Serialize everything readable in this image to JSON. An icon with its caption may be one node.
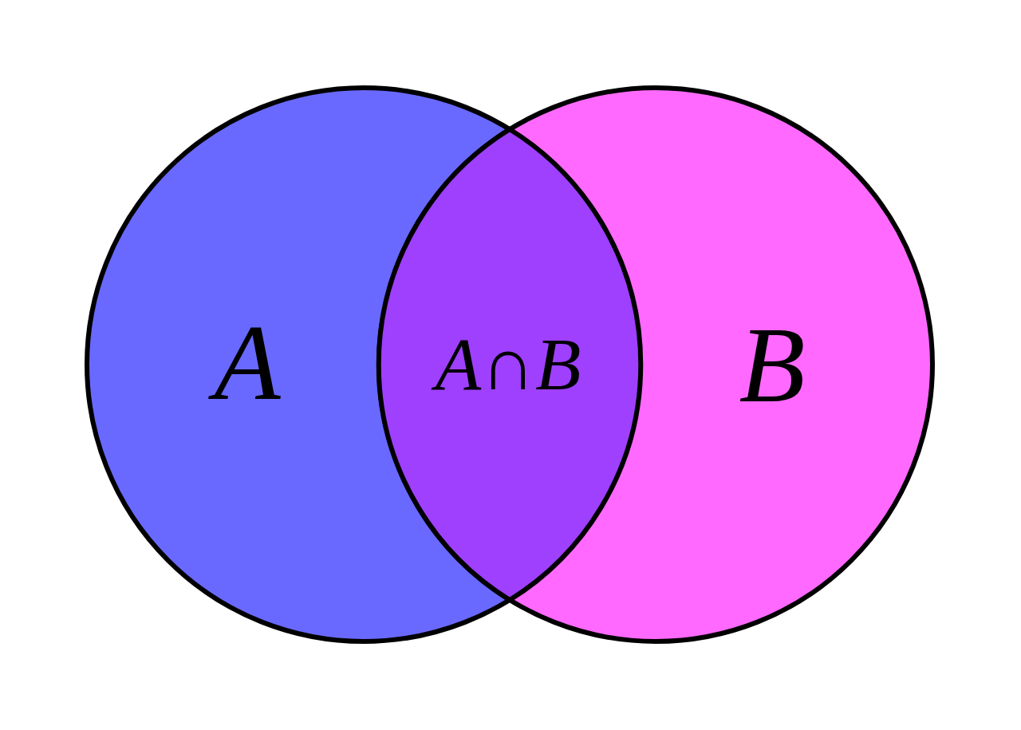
{
  "diagram": {
    "nodes": [
      {
        "text": [
          "A"
        ]
      },
      {
        "text": [
          "*A*∩*B*"
        ]
      },
      {
        "text": [
          "B"
        ]
      }
    ]
  }
}
